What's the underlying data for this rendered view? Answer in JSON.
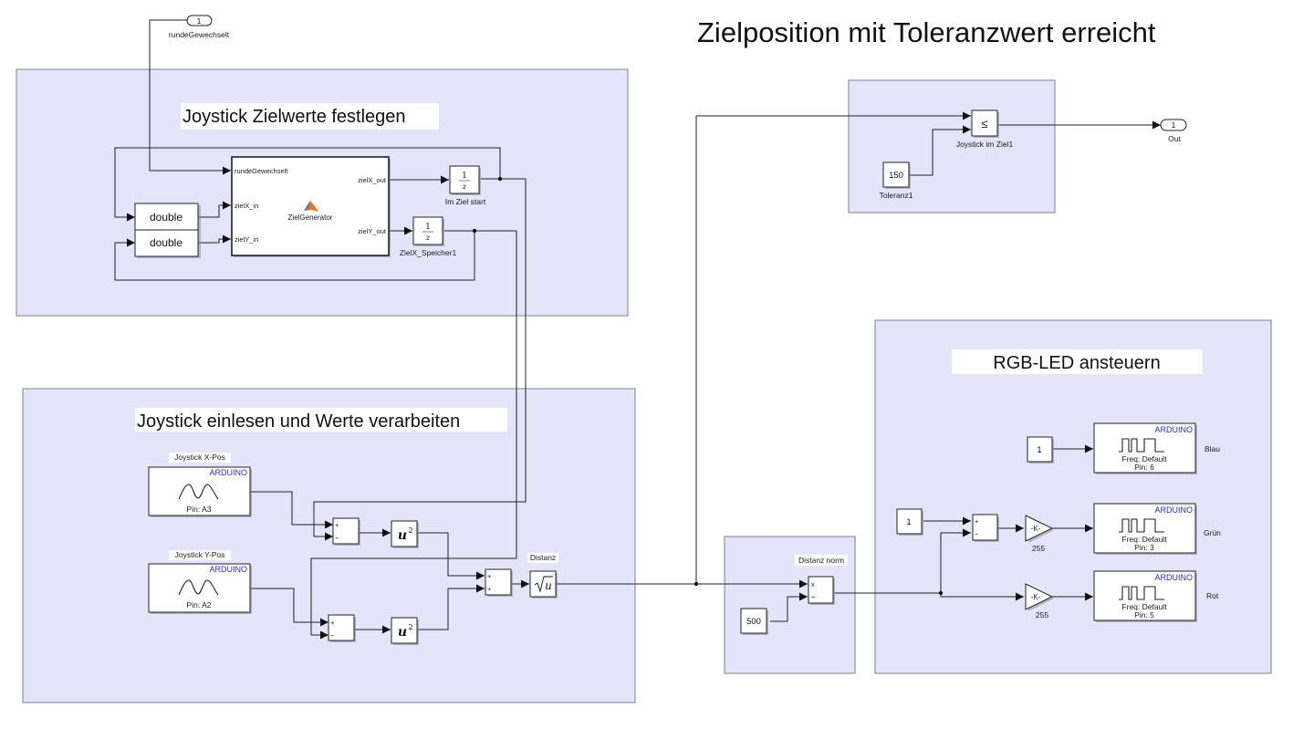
{
  "title": "Zielposition mit Toleranzwert erreicht",
  "colors": {
    "area_fill": "#e4e4fb",
    "arduino_label": "#2b2bd6",
    "wire": "#222222"
  },
  "ports": {
    "inport_top": {
      "number": "1",
      "label": "rundeGewechselt"
    },
    "outport": {
      "number": "1",
      "label": "Out"
    }
  },
  "areas": {
    "zielwerte": {
      "annotation": "Joystick Zielwerte festlegen"
    },
    "einlesen": {
      "annotation": "Joystick einlesen und Werte verarbeiten"
    },
    "rgb": {
      "annotation": "RGB-LED ansteuern"
    }
  },
  "zielwerte": {
    "convert_x": "double",
    "convert_y": "double",
    "generator": {
      "name": "ZielGenerator",
      "icon": "matlab-logo-icon",
      "inputs": [
        "rundeGewechselt",
        "zielX_in",
        "zielY_in"
      ],
      "outputs": [
        "zielX_out",
        "zielY_out"
      ]
    },
    "delay_x": {
      "numerator": "1",
      "denominator": "z",
      "label": "Im Ziel start"
    },
    "delay_y": {
      "numerator": "1",
      "denominator": "z",
      "label": "ZielX_Speicher1"
    }
  },
  "einlesen": {
    "joy_x": {
      "label": "Joystick X-Pos",
      "vendor": "ARDUINO",
      "pin": "Pin: A3",
      "icon": "analog-input-wave-icon"
    },
    "joy_y": {
      "label": "Joystick Y-Pos",
      "vendor": "ARDUINO",
      "pin": "Pin: A2",
      "icon": "analog-input-wave-icon"
    },
    "sum_x_signs": [
      "+",
      "−"
    ],
    "sum_y_signs": [
      "+",
      "−"
    ],
    "square_x": "u",
    "square_y": "u",
    "square_exp": "2",
    "sum_total_signs": [
      "+",
      "+"
    ],
    "sqrt": {
      "symbol": "u",
      "label": "Distanz"
    }
  },
  "tolerance": {
    "compare_op": "≤",
    "compare_label": "Joystick im Ziel1",
    "constant": "150",
    "constant_label": "Toleranz1"
  },
  "norm": {
    "label": "Distanz norm",
    "signs": [
      "x",
      "÷"
    ],
    "constant": "500"
  },
  "rgb": {
    "const_blau": "1",
    "const_sub": "1",
    "sub_signs": [
      "+",
      "−"
    ],
    "gain_symbol": "-K-",
    "gain_gruen": "255",
    "gain_rot": "255",
    "pwm": [
      {
        "vendor": "ARDUINO",
        "freq": "Freq: Default",
        "pin": "Pin: 6",
        "label": "Blau"
      },
      {
        "vendor": "ARDUINO",
        "freq": "Freq: Default",
        "pin": "Pin: 3",
        "label": "Grün"
      },
      {
        "vendor": "ARDUINO",
        "freq": "Freq: Default",
        "pin": "Pin: 5",
        "label": "Rot"
      }
    ]
  }
}
